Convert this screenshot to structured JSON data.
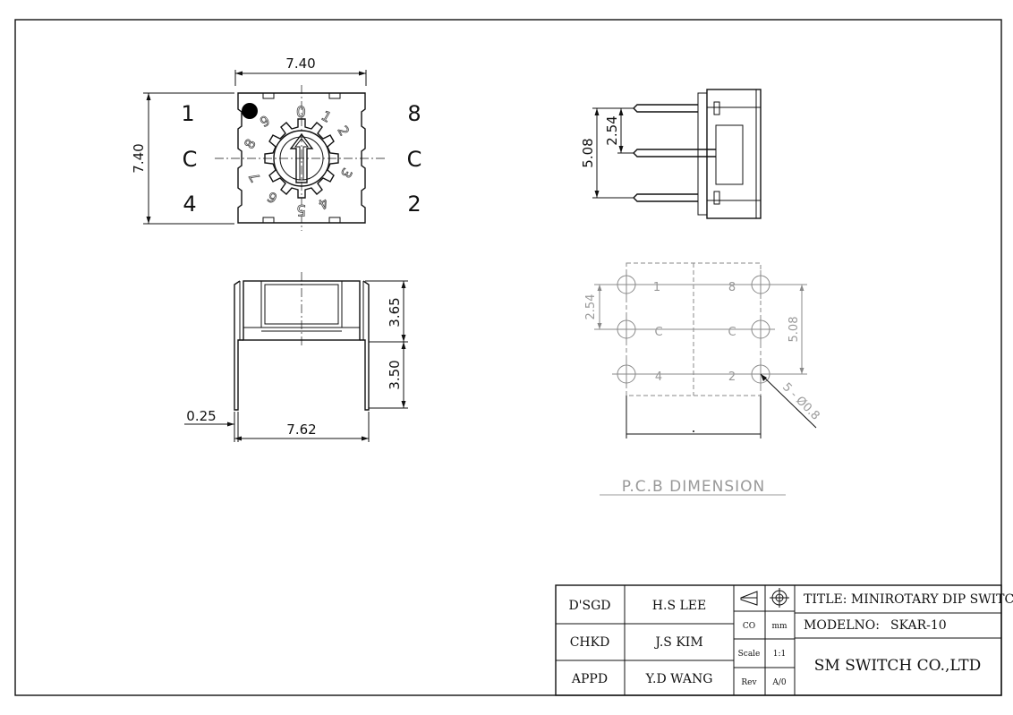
{
  "top_view": {
    "width_dim": "7.40",
    "height_dim": "7.40",
    "left_pins": [
      "1",
      "C",
      "4"
    ],
    "right_pins": [
      "8",
      "C",
      "2"
    ]
  },
  "front_view": {
    "height_upper": "3.65",
    "height_lower": "3.50",
    "pin_thickness": "0.25",
    "pin_span": "7.62"
  },
  "side_view": {
    "span_dim": "5.08",
    "pitch_dim": "2.54"
  },
  "pcb": {
    "left_pins": [
      "1",
      "C",
      "4"
    ],
    "right_pins": [
      "8",
      "C",
      "2"
    ],
    "pitch_dim": "2.54",
    "span_dim": "5.08",
    "hole_note": "5 - Ø0.8",
    "label": "P.C.B DIMENSION"
  },
  "title_block": {
    "rows": [
      {
        "role": "D'SGD",
        "name": "H.S LEE"
      },
      {
        "role": "CHKD",
        "name": "J.S KIM"
      },
      {
        "role": "APPD",
        "name": "Y.D WANG"
      }
    ],
    "co_label": "CO",
    "unit": "mm",
    "scale_label": "Scale",
    "scale_value": "1:1",
    "rev_label": "Rev",
    "rev_value": "A/0",
    "title": "TITLE: MINIROTARY DIP SWITCH",
    "model_label": "MODELNO:",
    "model_value": "SKAR-10",
    "company": "SM SWITCH CO.,LTD"
  }
}
